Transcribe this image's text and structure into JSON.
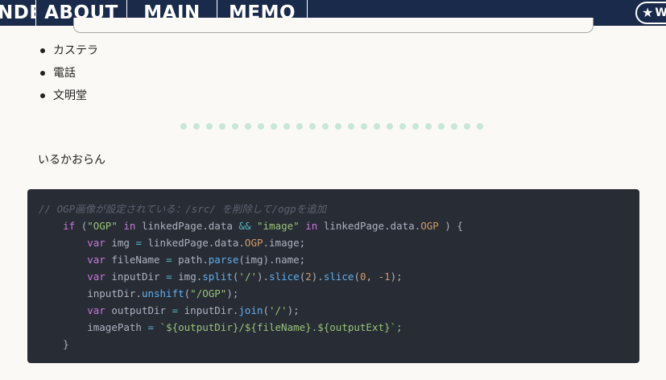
{
  "nav": {
    "items": [
      {
        "label": "INDEX"
      },
      {
        "label": "ABOUT"
      },
      {
        "label": "MAIN"
      },
      {
        "label": "MEMO"
      }
    ],
    "pill_text": "W"
  },
  "list": {
    "items": [
      "カステラ",
      "電話",
      "文明堂"
    ]
  },
  "paragraph": "いるかおらん",
  "code": {
    "comment": "// OGP画像が設定されている：/src/ を削除して/ogpを追加",
    "if_kw": "if",
    "str_ogp": "\"OGP\"",
    "in_kw": "in",
    "linked_data": "linkedPage.data",
    "and_op": "&&",
    "str_image": "\"image\"",
    "ogp_prop": "OGP",
    "var_kw": "var",
    "img": "img",
    "eq": "=",
    "image_suffix": ".image;",
    "fileName": "fileName",
    "path": "path.",
    "parse": "parse",
    "img_name": "(img).name;",
    "inputDir": "inputDir",
    "img_dot": "img.",
    "split": "split",
    "slash_str": "'/'",
    "slice": "slice",
    "num2": "2",
    "num0": "0",
    "num_neg1": "-1",
    "inputDir_dot": "inputDir.",
    "unshift": "unshift",
    "str_ogp_path": "\"/OGP\"",
    "outputDir": "outputDir",
    "join": "join",
    "imagePath": "imagePath",
    "template": "`${outputDir}/${fileName}.${outputExt}`;",
    "close_brace": "}"
  }
}
